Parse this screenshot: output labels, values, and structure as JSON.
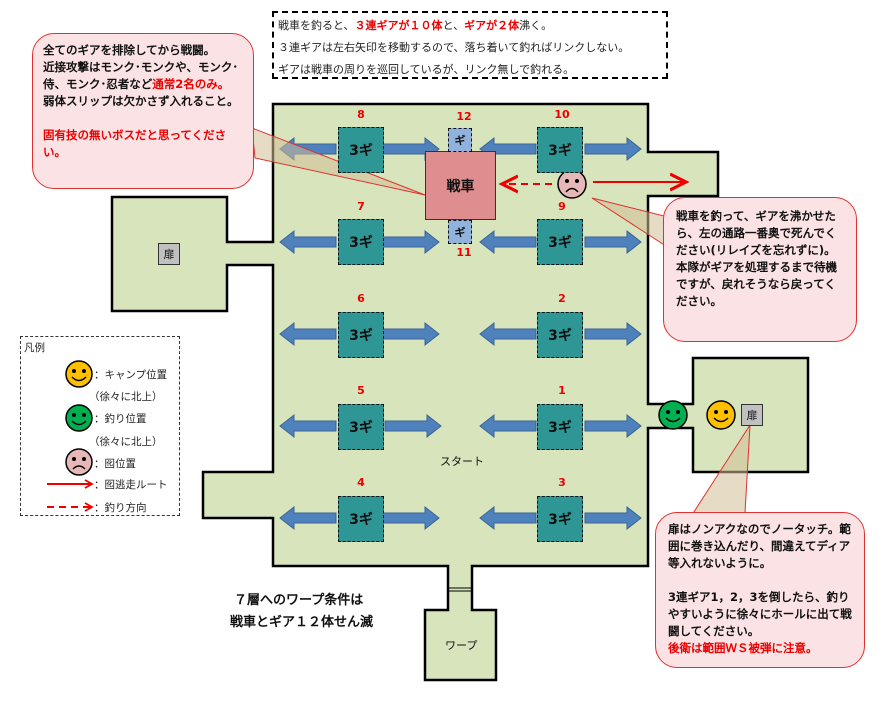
{
  "top_note": {
    "line1_parts": [
      "戦車を釣ると、",
      "３連ギアが１０体",
      "と、",
      "ギアが２体",
      "沸く。"
    ],
    "line2": "３連ギアは左右矢印を移動するので、落ち着いて釣ればリンクしない。",
    "line3": "ギアは戦車の周りを巡回しているが、リンク無しで釣れる。"
  },
  "bubble_top_left": {
    "line1": "全てのギアを排除してから戦闘。",
    "line2": "近接攻撃はモンク･モンクや、モンク･",
    "line3_prefix": "侍、モンク･忍者など",
    "line3_red": "通常2名のみ。",
    "line4": "弱体スリップは欠かさず入れること。",
    "line5_red": "固有技の無いボスだと思ってください。"
  },
  "bubble_right": {
    "text": "戦車を釣って、ギアを沸かせたら、左の通路一番奥で死んでください(リレイズを忘れずに)。本隊がギアを処理するまで待機ですが、戻れそうなら戻ってください。"
  },
  "bubble_bottom_right": {
    "para1": "扉はノンアクなのでノータッチ。範囲に巻き込んだり、間違えてディア等入れないように。",
    "para2": "3連ギア1，2，3を倒したら、釣りやすいように徐々にホールに出て戦闘してください。",
    "warning_red": "後衛は範囲ＷＳ被弾に注意。"
  },
  "legend": {
    "title": "凡例",
    "items": [
      {
        "icon": "camp-smiley-icon",
        "color": "#ffc000",
        "label": "：キャンプ位置",
        "sub": "（徐々に北上）"
      },
      {
        "icon": "puller-smiley-icon",
        "color": "#00b050",
        "label": "：釣り位置",
        "sub": "（徐々に北上）"
      },
      {
        "icon": "decoy-frown-icon",
        "color": "#e6b8b7",
        "label": "：囮位置"
      },
      {
        "icon": "solid-red-arrow-icon",
        "label": "：囮逃走ルート"
      },
      {
        "icon": "dashed-red-arrow-icon",
        "label": "：釣り方向"
      }
    ]
  },
  "map": {
    "tank_label": "戦車",
    "gear3_label": "3ギ",
    "gear1_label": "ギ",
    "door_label": "扉",
    "start_label": "スタート",
    "warp_label": "ワープ",
    "gear_numbers": {
      "g8": "8",
      "g12": "12",
      "g10": "10",
      "g7": "7",
      "g9": "9",
      "g11": "11",
      "g6": "6",
      "g2": "2",
      "g5": "5",
      "g1": "1",
      "g4": "4",
      "g3": "3"
    }
  },
  "warp_condition": {
    "line1": "７層へのワープ条件は",
    "line2": "戦車とギア１２体せん滅"
  },
  "colors": {
    "floor": "#d7e4bc",
    "gear3": "#2f9696",
    "gear1": "#8fb3dc",
    "tank": "#de8e8e",
    "arrow": "#4f81bd",
    "accent_red": "#ff0000",
    "bubble_bg": "#fbe3e5"
  }
}
